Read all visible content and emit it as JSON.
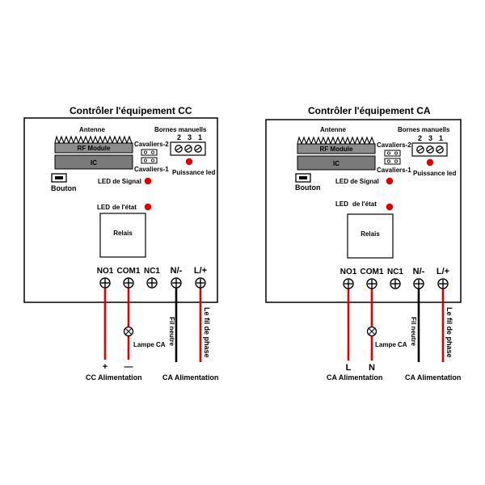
{
  "colors": {
    "red": "#e00000",
    "black": "#000000",
    "module_fill": "#8c8c8c",
    "ic_fill": "#7a7a7a"
  },
  "left": {
    "title": "Contrôler l'équipement CC",
    "antenna": "Antenne",
    "rf_module": "RF Module",
    "ic": "IC",
    "bornes": "Bornes manuells",
    "bornes_nums": [
      "2",
      "3",
      "1"
    ],
    "cav2": "Cavaliers-2",
    "cav1": "Cavaliers-1",
    "puissance": "Puissance led",
    "bouton": "Bouton",
    "led_signal": "LED de Signal",
    "led_etat_1": "LED",
    "led_etat_2": "de l'état",
    "relais": "Relais",
    "terminals": [
      "NO1",
      "COM1",
      "NC1",
      "N/-",
      "L/+"
    ],
    "fil_neutre": "Fil neutre",
    "phase": "Le fil de phase",
    "lampe": "Lampe CA",
    "sign_plus": "+",
    "sign_minus": "—",
    "supply1": "CC Alimentation",
    "supply2": "CA Alimentation"
  },
  "right": {
    "title": "Contrôler l'équipement CA",
    "antenna": "Antenne",
    "rf_module": "RF Module",
    "ic": "IC",
    "bornes": "Bornes manuells",
    "bornes_nums": [
      "2",
      "3",
      "1"
    ],
    "cav2": "Cavaliers-2",
    "cav1": "Cavaliers-1",
    "puissance": "Puissance led",
    "bouton": "Bouton",
    "led_signal": "LED de Signal",
    "led_etat_1": "LED",
    "led_etat_2": "de l'état",
    "relais": "Relais",
    "terminals": [
      "NO1",
      "COM1",
      "NC1",
      "N/-",
      "L/+"
    ],
    "fil_neutre": "Fil neutre",
    "phase": "Le fil de phase",
    "lampe": "Lampe CA",
    "sign_plus": "L",
    "sign_minus": "N",
    "supply1": "CA Alimentation",
    "supply2": "CA Alimentation"
  }
}
